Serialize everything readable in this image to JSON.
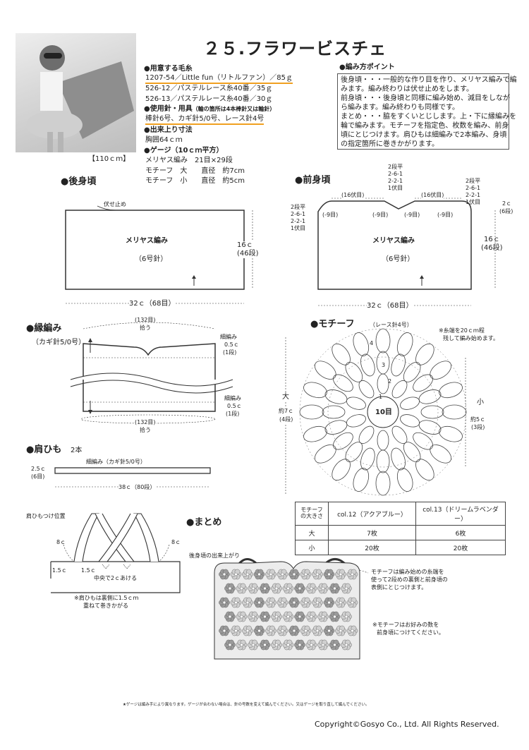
{
  "header": {
    "title": "２５.フラワービスチェ",
    "photo_caption": "【110ｃｍ】"
  },
  "yarn": {
    "heading": "●用意する毛糸",
    "lines": [
      "1207-54／Little fun（リトルファン）／85ｇ",
      "526-12／パステルレース糸40番／35ｇ",
      "526-13／パステルレース糸40番／30ｇ"
    ]
  },
  "tools": {
    "heading": "●使用針・用具",
    "note": "（輪の箇所は4本棒針又は輪針）",
    "line": "棒針6号、カギ針5/0号、レース針4号"
  },
  "size": {
    "heading": "●出来上り寸法",
    "line": "胸囲64ｃｍ"
  },
  "gauge": {
    "heading": "●ゲージ（10ｃｍ平方）",
    "lines": [
      "メリヤス編み　21目×29段",
      "モチーフ　大　　直径　約7cm",
      "モチーフ　小　　直径　約5cm"
    ]
  },
  "points": {
    "heading": "●編み方ポイント",
    "lines": [
      "後身頃・・・一般的な作り目を作り、メリヤス編みで編",
      "みます。編み終わりは伏せ止めをします。",
      "前身頃・・・後身頃と同様に編み始め、減目をしなが",
      "ら編みます。編み終わりも同様です。",
      "まとめ・・・脇をすくいとじします。上・下に縁編みを",
      "輪で編みます。モチーフを指定色、枚数を編み、前身",
      "頃にとじつけます。肩ひもは細編みで2本編み、身頃",
      "の指定箇所に巻きかがります。"
    ]
  },
  "back": {
    "heading": "●後身頃",
    "bindoff": "伏せ止め",
    "stitch": "メリヤス編み",
    "needle": "（6号針）",
    "height": "16ｃ",
    "height_rows": "(46段)",
    "width": "32ｃ（68目）"
  },
  "front": {
    "heading": "●前身頃",
    "stitch": "メリヤス編み",
    "needle": "（6号針）",
    "height": "16ｃ",
    "height_rows": "(46段)",
    "width": "32ｃ（68目）",
    "left_dec": [
      "2段平",
      "2-6-1",
      "2-2-1",
      "1伏目"
    ],
    "right_dec": [
      "2段平",
      "2-6-1",
      "2-2-1",
      "1伏目"
    ],
    "center_dec": [
      "2段平",
      "2-6-1",
      "2-2-1",
      "1伏目"
    ],
    "bindoff": "(16伏目)",
    "dec9": "(-9目)",
    "edge": "2ｃ",
    "edge_rows": "(6段)"
  },
  "edging": {
    "heading": "●縁編み",
    "hook": "（カギ針5/0号）",
    "top_count": "(132目)",
    "top_pick": "拾う",
    "top_note": [
      "細編み",
      "0.5ｃ",
      "(1段)"
    ],
    "bottom_note": [
      "細編み",
      "0.5ｃ",
      "(1段)"
    ],
    "bottom_count": "(132目)",
    "bottom_pick": "拾う"
  },
  "strap": {
    "heading": "●肩ひも",
    "count": "2本",
    "label": "細編み（カギ針5/0号）",
    "height": "2.5ｃ",
    "height_rows": "(6目)",
    "width": "38ｃ（80段）"
  },
  "motif": {
    "heading": "●モチーフ",
    "hook": "（レース針4号）",
    "note": [
      "※糸端を20ｃｍ程",
      "残して編み始めます。"
    ],
    "center": "10目",
    "big": "大",
    "big_dia": "約7ｃ",
    "big_rows": "(4段)",
    "small": "小",
    "small_dia": "約5ｃ",
    "small_rows": "(3段)",
    "round_nums": [
      "1",
      "2",
      "3",
      "4"
    ]
  },
  "table": {
    "header": [
      "モチーフの大きさ",
      "col.12（アクアブルー）",
      "col.13（ドリームラベンダー）"
    ],
    "rows": [
      [
        "大",
        "7枚",
        "6枚"
      ],
      [
        "小",
        "20枚",
        "20枚"
      ]
    ]
  },
  "strap_pos": {
    "heading": "肩ひもつけ位置",
    "left": "8ｃ",
    "right": "8ｃ",
    "gap_l": "1.5ｃ",
    "gap_r": "1.5ｃ",
    "center": "中央で2ｃあける",
    "note": [
      "※肩ひもは裏側に1.5ｃｍ",
      "重ねて巻きかがる"
    ]
  },
  "finish": {
    "heading": "●まとめ",
    "label": "後身頃の出来上がり",
    "motif_note": [
      "モチーフは編み始めの糸端を",
      "使って2段めの裏側と前身頃の",
      "表側にとじつけます。"
    ],
    "note2": [
      "※モチーフはお好みの数を",
      "前身頃につけてください。"
    ]
  },
  "footer": {
    "note": "★ゲージは編み手により異なります。ゲージが合わない場合は、針の号数を変えて編んでください。又はゲージを取り直して編んでください。",
    "copyright": "Copyright©Gosyo Co., Ltd. All Rights Reserved."
  }
}
